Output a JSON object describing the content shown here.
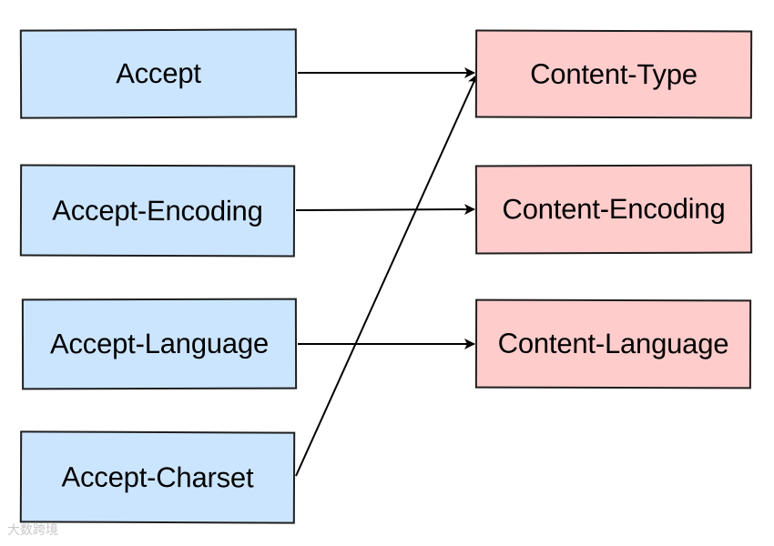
{
  "request_headers": [
    {
      "id": "accept",
      "label": "Accept"
    },
    {
      "id": "accept-encoding",
      "label": "Accept-Encoding"
    },
    {
      "id": "accept-language",
      "label": "Accept-Language"
    },
    {
      "id": "accept-charset",
      "label": "Accept-Charset"
    }
  ],
  "response_headers": [
    {
      "id": "content-type",
      "label": "Content-Type"
    },
    {
      "id": "content-encoding",
      "label": "Content-Encoding"
    },
    {
      "id": "content-language",
      "label": "Content-Language"
    }
  ],
  "edges": [
    {
      "from": "accept",
      "to": "content-type"
    },
    {
      "from": "accept-encoding",
      "to": "content-encoding"
    },
    {
      "from": "accept-language",
      "to": "content-language"
    },
    {
      "from": "accept-charset",
      "to": "content-type"
    }
  ],
  "colors": {
    "request_fill": "#cce5ff",
    "response_fill": "#ffcccc",
    "stroke": "#1f1f1f"
  },
  "watermark": "大数跨境"
}
